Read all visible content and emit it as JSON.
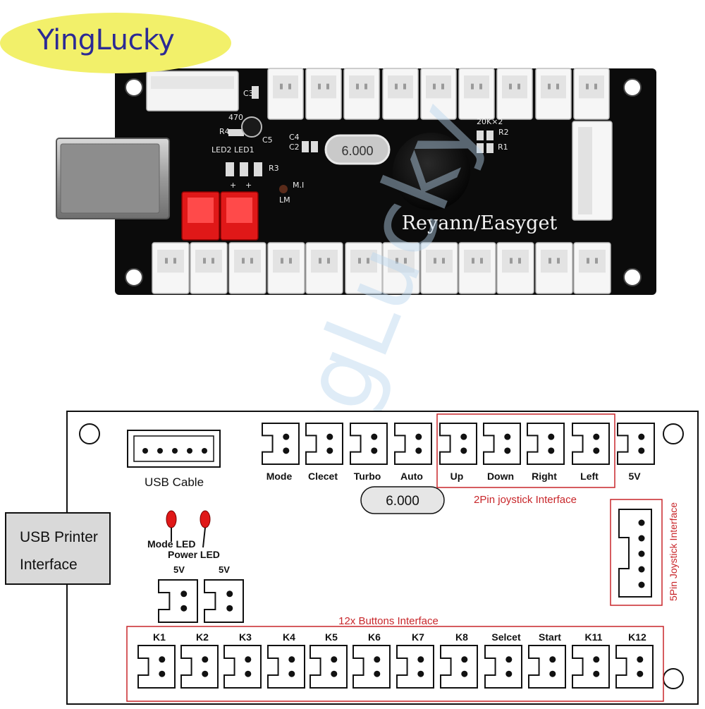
{
  "brand": {
    "name": "YingLucky"
  },
  "photo": {
    "pcb_brand": "Reyann/Easyget",
    "crystal": "6.000",
    "silkscreen": [
      "C3",
      "470",
      "R4",
      "C5",
      "LED2 LED1",
      "R3",
      "C4",
      "C2",
      "M.I",
      "LM",
      "20K×2",
      "R2",
      "R1",
      "+",
      "+"
    ]
  },
  "diagram": {
    "usb_cable_label": "USB Cable",
    "usb_printer_label_1": "USB Printer",
    "usb_printer_label_2": "Interface",
    "crystal_label": "6.000",
    "joystick_2pin_label": "2Pin joystick Interface",
    "joystick_5pin_label": "5Pin Joystick Interface",
    "buttons_label": "12x Buttons Interface",
    "mode_led_label": "Mode LED",
    "power_led_label": "Power LED",
    "power_5v_labels": [
      "5V",
      "5V"
    ],
    "top_connectors": [
      "Mode",
      "Clecet",
      "Turbo",
      "Auto",
      "Up",
      "Down",
      "Right",
      "Left",
      "5V"
    ],
    "bottom_connectors": [
      "K1",
      "K2",
      "K3",
      "K4",
      "K5",
      "K6",
      "K7",
      "K8",
      "Selcet",
      "Start",
      "K11",
      "K12"
    ],
    "accent_color": "#c8262a"
  }
}
